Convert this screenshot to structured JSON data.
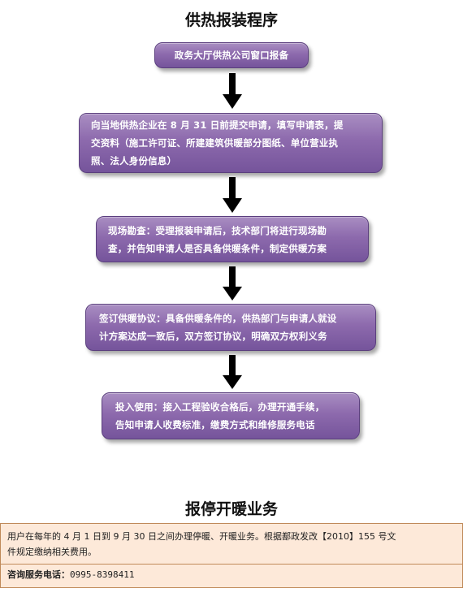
{
  "flow": {
    "title": "供热报装程序",
    "steps": [
      {
        "lines": [
          "政务大厅供热公司窗口报备"
        ]
      },
      {
        "lines": [
          "向当地供热企业在 8 月 31 日前提交申请，填写申请表，提",
          "交资料（施工许可证、所建建筑供暖部分图纸、单位营业执",
          "照、法人身份信息）"
        ]
      },
      {
        "lines": [
          "现场勘查：受理报装申请后，技术部门将进行现场勘",
          "查，并告知申请人是否具备供暖条件，制定供暖方案"
        ]
      },
      {
        "lines": [
          "签订供暖协议：具备供暖条件的，供热部门与申请人就设",
          "计方案达成一致后，双方签订协议，明确双方权利义务"
        ]
      },
      {
        "lines": [
          "投入使用：接入工程验收合格后，办理开通手续，",
          "告知申请人收费标准，缴费方式和维修服务电话"
        ]
      }
    ]
  },
  "section2": {
    "title": "报停开暖业务",
    "notice_lines": [
      "用户在每年的 4 月 1 日到 9 月 30 日之间办理停暖、开暖业务。根据鄯政发改【2010】155 号文",
      "件规定缴纳相关费用。"
    ],
    "contact_label": "咨询服务电话：",
    "contact_number": "0995-8398411"
  },
  "colors": {
    "box_fill": "#8d6aad",
    "box_border": "#5b3f7e",
    "arrow": "#000000",
    "info_background": "#fde9d9",
    "info_border": "#c08a5a"
  },
  "icons": {
    "connector": "down-arrow-icon"
  }
}
